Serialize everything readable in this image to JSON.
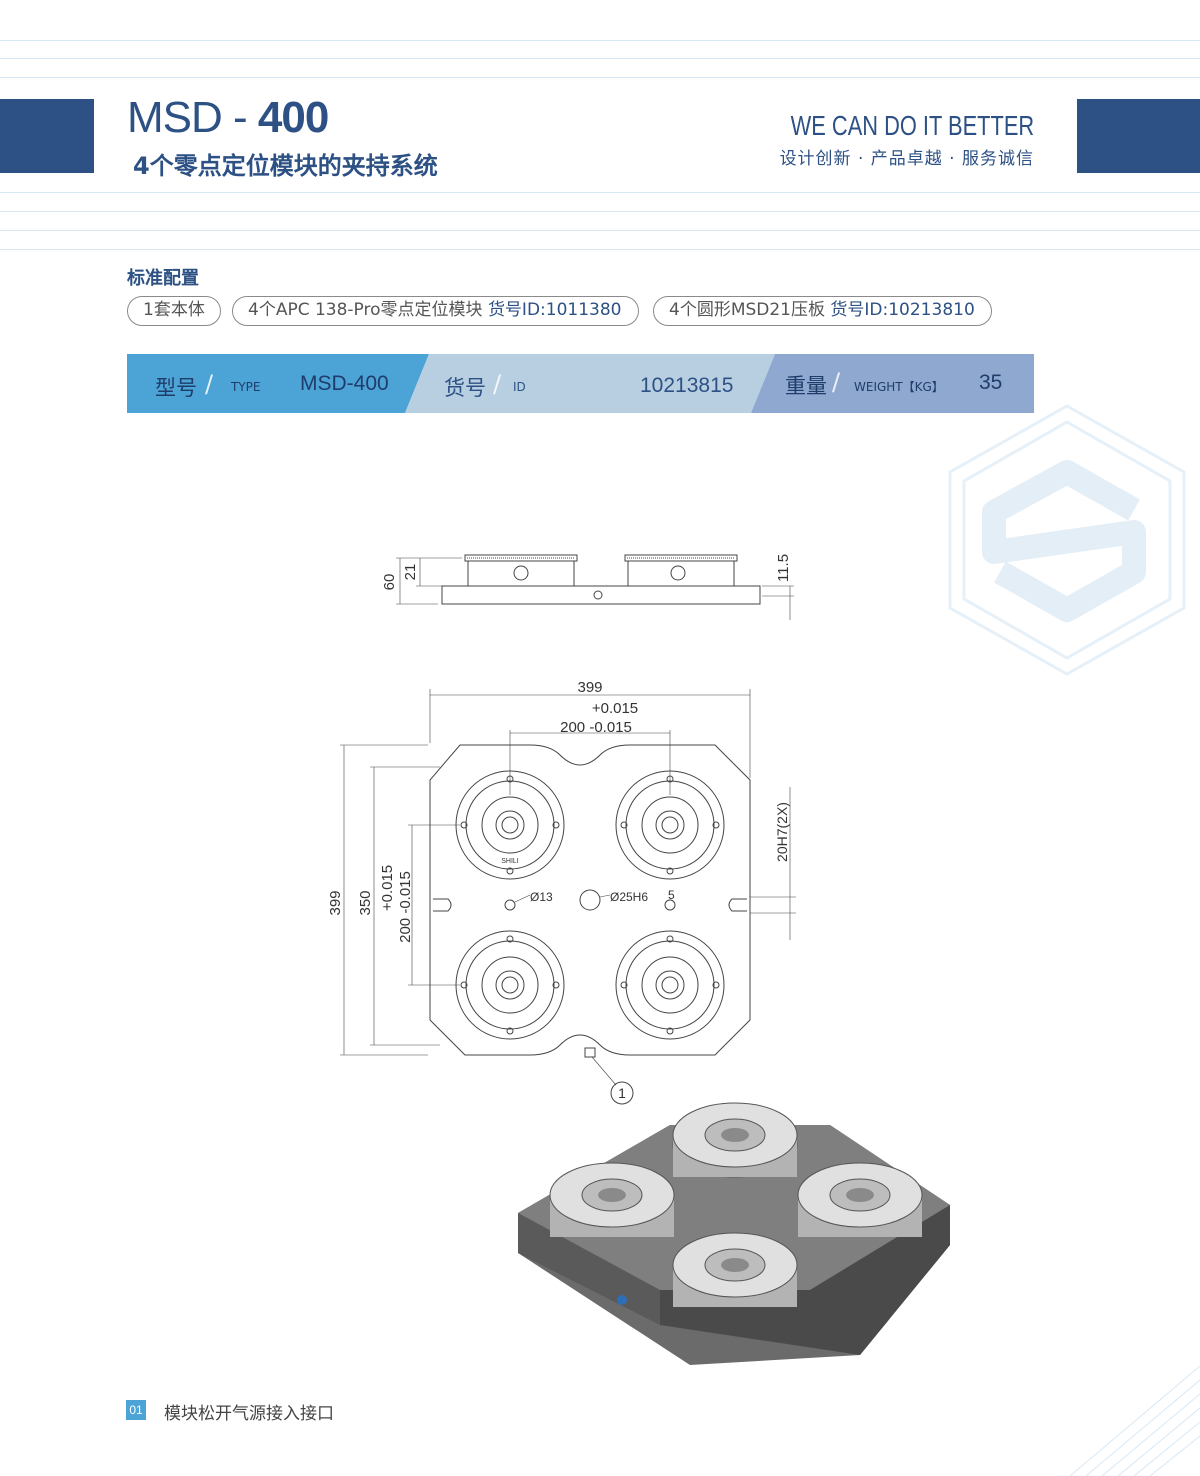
{
  "header": {
    "model_prefix": "MSD - ",
    "model_bold": "400",
    "subtitle": "4个零点定位模块的夹持系统",
    "slogan_en": "WE CAN DO IT BETTER",
    "slogan_cn": "设计创新 · 产品卓越 · 服务诚信"
  },
  "config": {
    "title": "标准配置",
    "items": [
      {
        "text": "1套本体",
        "extra": ""
      },
      {
        "text": "4个APC 138-Pro零点定位模块 ",
        "extra": "货号ID:1011380"
      },
      {
        "text": "4个圆形MSD21压板 ",
        "extra": "货号ID:10213810"
      }
    ]
  },
  "spec": {
    "type_label_cn": "型号",
    "type_label_en": "TYPE",
    "type_value": "MSD-400",
    "id_label_cn": "货号",
    "id_label_en": "ID",
    "id_value": "10213815",
    "weight_label_cn": "重量",
    "weight_label_en": "WEIGHT【KG】",
    "weight_value": "35",
    "slash": "/"
  },
  "drawing": {
    "side_dims": [
      "60",
      "21",
      "11.5"
    ],
    "width": "399",
    "tol_plus": "+0.015",
    "center_dist_h": "200 -0.015",
    "height_outer": "399",
    "height_inner": "350",
    "tol_plus_v": "+0.015",
    "center_dist_v": "200 -0.015",
    "dia_13": "Ø13",
    "dia_25": "Ø25H6",
    "depth": "5",
    "fit": "20H7(2X)",
    "callout": "1",
    "module_brand": "SHILI"
  },
  "footnote": {
    "number": "01",
    "text": "模块松开气源接入接口"
  },
  "colors": {
    "brand": "#2d5184",
    "bar_left": "#4ba3d6",
    "bar_mid": "#b8cfe2",
    "bar_right": "#8ea8cf"
  }
}
